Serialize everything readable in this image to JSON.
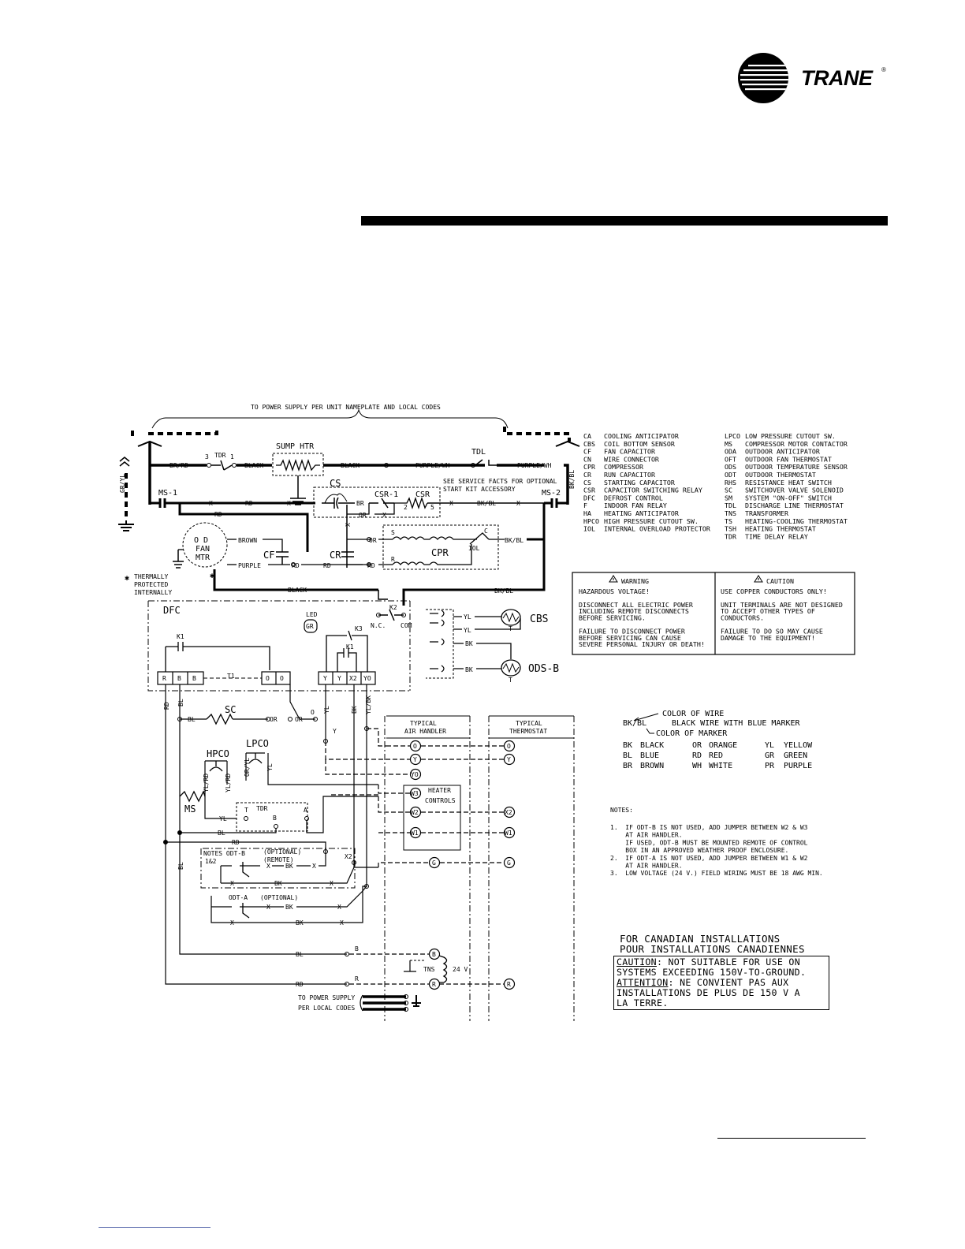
{
  "brand": {
    "name": "TRANE",
    "registered": "®"
  },
  "top_note": "TO POWER SUPPLY PER UNIT NAMEPLATE AND LOCAL CODES",
  "legend": {
    "col1": [
      [
        "CA",
        "COOLING ANTICIPATOR"
      ],
      [
        "CBS",
        "COIL BOTTOM SENSOR"
      ],
      [
        "CF",
        "FAN CAPACITOR"
      ],
      [
        "CN",
        "WIRE CONNECTOR"
      ],
      [
        "CPR",
        "COMPRESSOR"
      ],
      [
        "CR",
        "RUN CAPACITOR"
      ],
      [
        "CS",
        "STARTING CAPACITOR"
      ],
      [
        "CSR",
        "CAPACITOR SWITCHING RELAY"
      ],
      [
        "DFC",
        "DEFROST CONTROL"
      ],
      [
        "F",
        "INDOOR FAN RELAY"
      ],
      [
        "HA",
        "HEATING ANTICIPATOR"
      ],
      [
        "HPCO",
        "HIGH PRESSURE CUTOUT SW."
      ],
      [
        "IOL",
        "INTERNAL OVERLOAD PROTECTOR"
      ]
    ],
    "col2": [
      [
        "LPCO",
        "LOW PRESSURE CUTOUT SW."
      ],
      [
        "MS",
        "COMPRESSOR MOTOR CONTACTOR"
      ],
      [
        "ODA",
        "OUTDOOR ANTICIPATOR"
      ],
      [
        "OFT",
        "OUTDOOR FAN THERMOSTAT"
      ],
      [
        "ODS",
        "OUTDOOR TEMPERATURE SENSOR"
      ],
      [
        "ODT",
        "OUTDOOR THERMOSTAT"
      ],
      [
        "RHS",
        "RESISTANCE HEAT SWITCH"
      ],
      [
        "SC",
        "SWITCHOVER VALVE SOLENOID"
      ],
      [
        "SM",
        "SYSTEM \"ON-OFF\" SWITCH"
      ],
      [
        "TDL",
        "DISCHARGE LINE THERMOSTAT"
      ],
      [
        "TNS",
        "TRANSFORMER"
      ],
      [
        "TS",
        "HEATING-COOLING THERMOSTAT"
      ],
      [
        "TSH",
        "HEATING THERMOSTAT"
      ],
      [
        "TDR",
        "TIME DELAY RELAY"
      ]
    ]
  },
  "warning": {
    "title": "WARNING",
    "lines": [
      "HAZARDOUS VOLTAGE!",
      "",
      "DISCONNECT ALL ELECTRIC POWER",
      "INCLUDING REMOTE DISCONNECTS",
      "BEFORE SERVICING.",
      "",
      "FAILURE TO DISCONNECT POWER",
      "BEFORE SERVICING CAN CAUSE",
      "SEVERE PERSONAL INJURY OR DEATH!"
    ]
  },
  "caution": {
    "title": "CAUTION",
    "lines": [
      "USE COPPER CONDUCTORS ONLY!",
      "",
      "UNIT TERMINALS ARE NOT DESIGNED",
      "TO ACCEPT OTHER TYPES OF",
      "CONDUCTORS.",
      "",
      "FAILURE TO DO SO MAY CAUSE",
      "DAMAGE TO THE EQUIPMENT!"
    ]
  },
  "wire_color_key": {
    "color_of_wire": "COLOR OF WIRE",
    "example_code": "BK/BL",
    "example_desc": "BLACK WIRE WITH BLUE MARKER",
    "color_of_marker": "COLOR OF MARKER",
    "colors": [
      [
        "BK",
        "BLACK",
        "OR",
        "ORANGE",
        "YL",
        "YELLOW"
      ],
      [
        "BL",
        "BLUE",
        "RD",
        "RED",
        "GR",
        "GREEN"
      ],
      [
        "BR",
        "BROWN",
        "WH",
        "WHITE",
        "PR",
        "PURPLE"
      ]
    ]
  },
  "notes": {
    "title": "NOTES:",
    "items": [
      "1.  IF ODT-B IS NOT USED, ADD JUMPER BETWEEN W2 & W3",
      "    AT AIR HANDLER.",
      "    IF USED, ODT-B MUST BE MOUNTED REMOTE OF CONTROL",
      "    BOX IN AN APPROVED WEATHER PROOF ENCLOSURE.",
      "2.  IF ODT-A IS NOT USED, ADD JUMPER BETWEEN W1 & W2",
      "    AT AIR HANDLER.",
      "3.  LOW VOLTAGE (24 V.) FIELD WIRING MUST BE 18 AWG MIN."
    ]
  },
  "canadian": {
    "line1": "FOR CANADIAN INSTALLATIONS",
    "line2": "POUR INSTALLATIONS CANADIENNES",
    "caution_word": "CAUTION",
    "caution_text": ": NOT SUITABLE FOR USE ON",
    "caution_text2": "SYSTEMS EXCEEDING 150V-TO-GROUND.",
    "attention_word": "ATTENTION",
    "attention_text": ": NE CONVIENT PAS AUX",
    "attention_text2": "INSTALLATIONS DE PLUS DE 150 V A",
    "attention_text3": "LA TERRE."
  },
  "schematic": {
    "gr_yl": "GR/YL",
    "br_rd": "BR/RD",
    "tdr": "TDR",
    "n3": "3",
    "n1": "1",
    "black": "BLACK",
    "sump_htr": "SUMP HTR",
    "purple_wh": "PURPLE/WH",
    "tdl": "TDL",
    "bk_bl": "BK/BL",
    "ms1": "MS-1",
    "ms2": "MS-2",
    "x": "X",
    "rd": "RD",
    "br": "BR",
    "cs": "CS",
    "csr1": "CSR-1",
    "csr": "CSR",
    "n2": "2",
    "n5": "5",
    "or": "OR",
    "service_note1": "SEE SERVICE FACTS FOR OPTIONAL",
    "service_note2": "START KIT ACCESSORY",
    "od": "O D",
    "fan": "FAN",
    "mtr": "MTR",
    "brown": "BROWN",
    "purple": "PURPLE",
    "cf": "CF",
    "cr": "CR",
    "s": "S",
    "c": "C",
    "r": "R",
    "cpr": "CPR",
    "iol": "IOL",
    "thermally1": "THERMALLY",
    "thermally2": "PROTECTED",
    "thermally3": "INTERNALLY",
    "star": "✱",
    "dfc": "DFC",
    "led": "LED",
    "gr": "GR",
    "k1": "K1",
    "k2": "K2",
    "k3": "K3",
    "nc": "N.C.",
    "com": "COM",
    "yl": "YL",
    "bk": "BK",
    "cbs": "CBS",
    "ods_b": "ODS-B",
    "t": "T",
    "t1": "T1",
    "o": "O",
    "y": "Y",
    "x2": "X2",
    "yo": "YO",
    "b": "B",
    "bl": "BL",
    "sc": "SC",
    "yl_bk": "YL/BK",
    "hpco": "HPCO",
    "lpco": "LPCO",
    "yl_rd": "YL/RD",
    "or_yl": "OR/YL",
    "ms": "MS",
    "a": "A",
    "notes_odtb": "NOTES ODT-B",
    "optional": "(OPTIONAL)",
    "remote": "(REMOTE)",
    "n12": "1&2",
    "odt_a": "ODT-A",
    "typical_ah1": "TYPICAL",
    "typical_ah2": "AIR HANDLER",
    "typical_th1": "TYPICAL",
    "typical_th2": "THERMOSTAT",
    "heater1": "HEATER",
    "heater2": "CONTROLS",
    "w3": "W3",
    "w2": "W2",
    "w1": "W1",
    "g": "G",
    "tns": "TNS",
    "v24": "24 V",
    "to_power1": "TO POWER SUPPLY",
    "to_power2": "PER LOCAL CODES"
  }
}
